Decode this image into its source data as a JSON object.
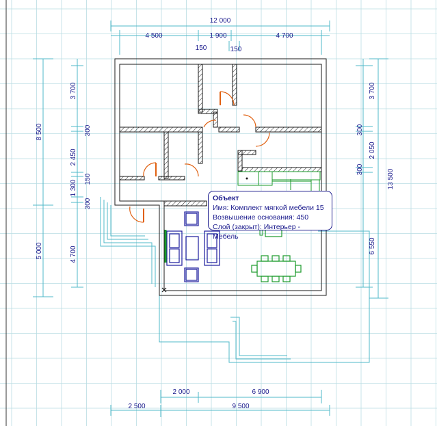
{
  "dimensions": {
    "top": {
      "overall": "12 000",
      "segments": [
        "4 500",
        "1 900",
        "4 700"
      ],
      "wall_left": "150",
      "wall_right": "150"
    },
    "bottom": {
      "upper": [
        "2 000",
        "6 900"
      ],
      "lower": [
        "2 500",
        "9 500"
      ]
    },
    "left": {
      "outer": [
        "8 500",
        "5 000"
      ],
      "inner": [
        "3 700",
        "300",
        "2 450",
        "150",
        "1 300",
        "300",
        "4 700"
      ]
    },
    "right": {
      "outer": [
        "3 700",
        "300",
        "2 050",
        "300",
        "6 550"
      ],
      "overall": "13 500"
    }
  },
  "tooltip": {
    "title": "Объект",
    "line1": "Имя: Комплект мягкой мебели 15",
    "line2": "Возвышение основания: 450",
    "line3": "Слой (закрыт): Интерьер - Мебель"
  },
  "colors": {
    "grid": "#b9dce3",
    "dimension": "#1a1a8c",
    "dimension_line": "#4fb8c8",
    "wall": "#1a1a1a",
    "door": "#e06010",
    "furniture_blue": "#1a1a9c",
    "furniture_green": "#1a9a2a",
    "tooltip_border": "#1a1a8c"
  }
}
